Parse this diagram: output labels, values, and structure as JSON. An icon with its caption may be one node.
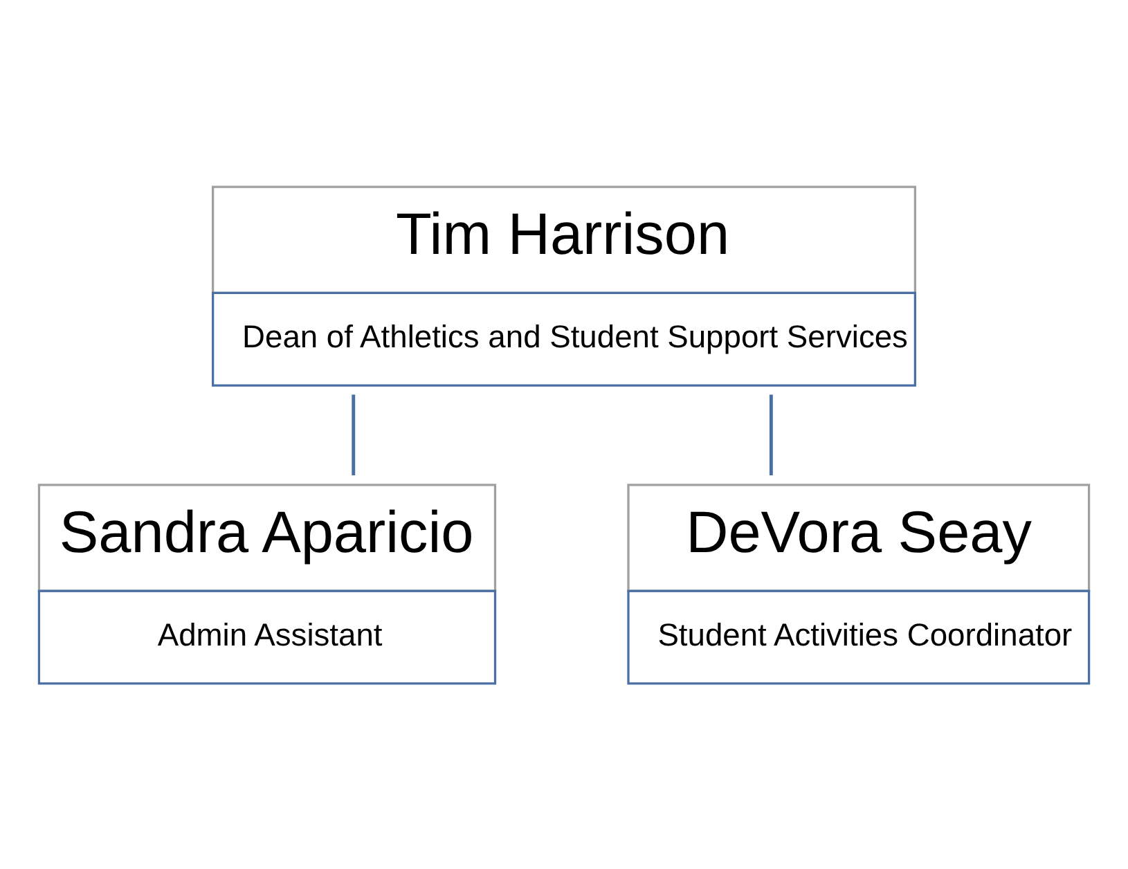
{
  "diagram": {
    "nodes": [
      {
        "text": [
          "Tim Harrison",
          "Dean of Athletics and Student Support Services"
        ]
      },
      {
        "text": [
          "Sandra Aparicio",
          "Admin Assistant"
        ]
      },
      {
        "text": [
          "DeVora Seay",
          "Student Activities Coordinator"
        ]
      }
    ],
    "edges": [
      {
        "from": 0,
        "to": 1,
        "arrow": "none"
      },
      {
        "from": 0,
        "to": 2,
        "arrow": "none"
      }
    ]
  }
}
